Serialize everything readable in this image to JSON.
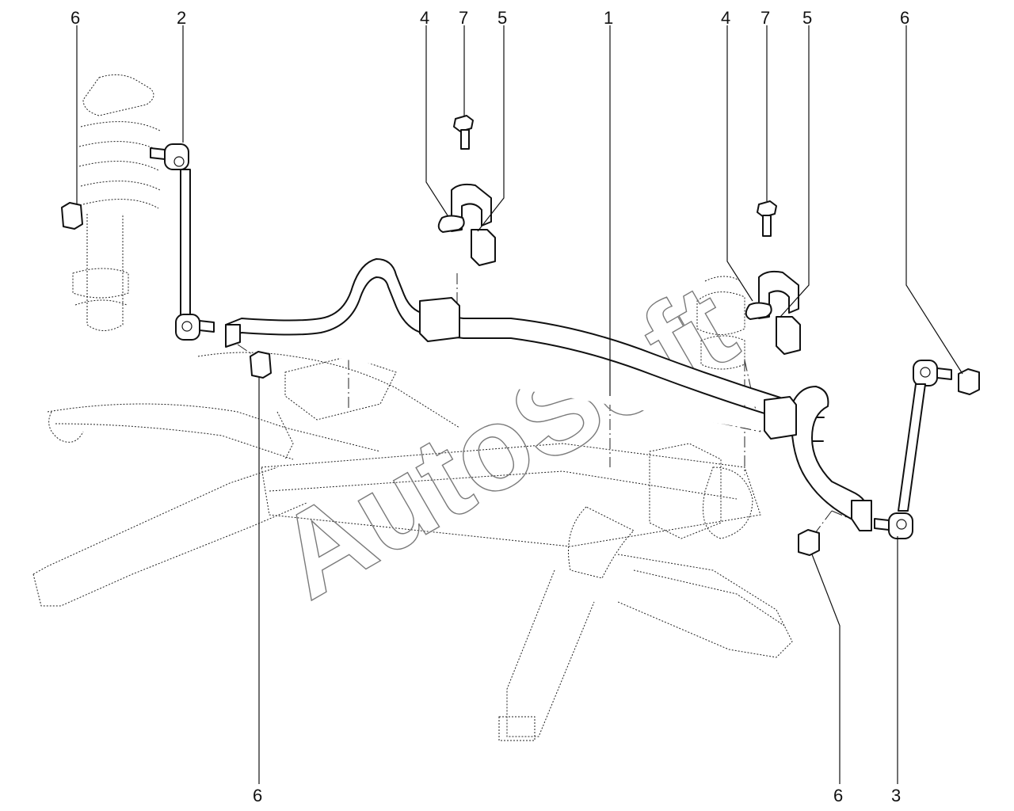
{
  "watermark": "AutoSoft",
  "callouts": [
    "6",
    "2",
    "4",
    "7",
    "5",
    "1",
    "4",
    "7",
    "5",
    "6",
    "6",
    "6",
    "3"
  ]
}
